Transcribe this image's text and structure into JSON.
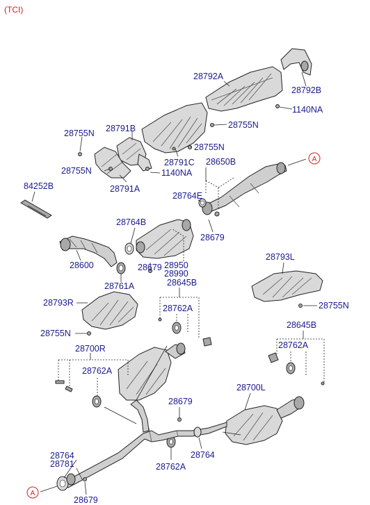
{
  "variant": "(TCI)",
  "ref_marker": "A",
  "labels": {
    "p28792A": "28792A",
    "p28792B": "28792B",
    "p1140NA_top": "1140NA",
    "p28755N_1": "28755N",
    "p28791B": "28791B",
    "p28755N_2": "28755N",
    "p28755N_3": "28755N",
    "p28791C": "28791C",
    "p28650B": "28650B",
    "p28755N_4": "28755N",
    "p1140NA_mid": "1140NA",
    "p28791A": "28791A",
    "p84252B": "84252B",
    "p28764E": "28764E",
    "p28764B": "28764B",
    "p28679_1": "28679",
    "p28600": "28600",
    "p28679_2": "28679",
    "p28950": "28950",
    "p28990": "28990",
    "p28793L": "28793L",
    "p28761A": "28761A",
    "p28645B_1": "28645B",
    "p28755N_5": "28755N",
    "p28793R": "28793R",
    "p28762A_1": "28762A",
    "p28755N_6": "28755N",
    "p28645B_2": "28645B",
    "p28700R": "28700R",
    "p28762A_2": "28762A",
    "p28762A_3": "28762A",
    "p28700L": "28700L",
    "p28679_3": "28679",
    "p28764_1": "28764",
    "p28781": "28781",
    "p28764_2": "28764",
    "p28762A_4": "28762A",
    "p28679_4": "28679"
  }
}
